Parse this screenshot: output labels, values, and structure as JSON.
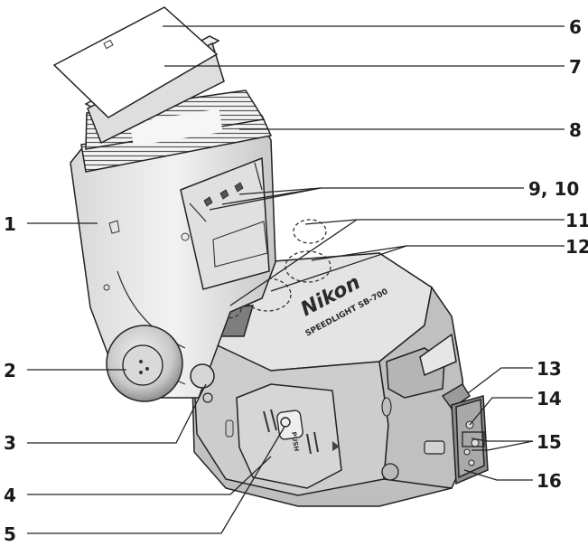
{
  "device": {
    "brand": "Nikon",
    "model": "SPEEDLIGHT SB-700",
    "push_label": "PUSH"
  },
  "callouts": [
    {
      "id": "1",
      "label": "1"
    },
    {
      "id": "2",
      "label": "2"
    },
    {
      "id": "3",
      "label": "3"
    },
    {
      "id": "4",
      "label": "4"
    },
    {
      "id": "5",
      "label": "5"
    },
    {
      "id": "6",
      "label": "6"
    },
    {
      "id": "7",
      "label": "7"
    },
    {
      "id": "8",
      "label": "8"
    },
    {
      "id": "9-10",
      "label": "9, 10"
    },
    {
      "id": "11",
      "label": "11"
    },
    {
      "id": "12",
      "label": "12"
    },
    {
      "id": "13",
      "label": "13"
    },
    {
      "id": "14",
      "label": "14"
    },
    {
      "id": "15",
      "label": "15"
    },
    {
      "id": "16",
      "label": "16"
    }
  ],
  "colors": {
    "body_light": "#e9e9e9",
    "body_mid": "#cfcfcf",
    "body_dark": "#8a8a8a",
    "sensor_panel": "#7a7a7a",
    "line": "#222222"
  }
}
